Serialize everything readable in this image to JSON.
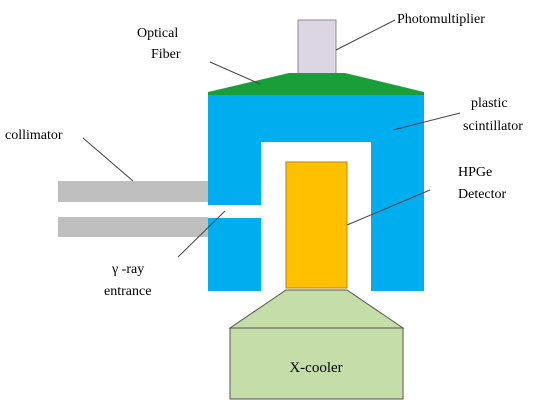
{
  "labels": {
    "photomultiplier": "Photomultiplier",
    "optical_fiber_line1": "Optical",
    "optical_fiber_line2": "Fiber",
    "plastic_line1": "plastic",
    "plastic_line2": "scintillator",
    "collimator": "collimator",
    "hpge_line1": "HPGe",
    "hpge_line2": "Detector",
    "gamma_line1": "γ -ray",
    "gamma_line2": "entrance",
    "xcooler": "X-cooler"
  },
  "colors": {
    "scintillator": "#00AEEF",
    "optical_fiber": "#1A9E3A",
    "photomultiplier": "#DCD6E4",
    "photomultiplier_stroke": "#8C8C8C",
    "collimator": "#BFBFBF",
    "hpge": "#FFC000",
    "hpge_stroke": "#B8860B",
    "cooler": "#C5DDA8",
    "cooler_stroke": "#555555",
    "leader": "#444444"
  }
}
